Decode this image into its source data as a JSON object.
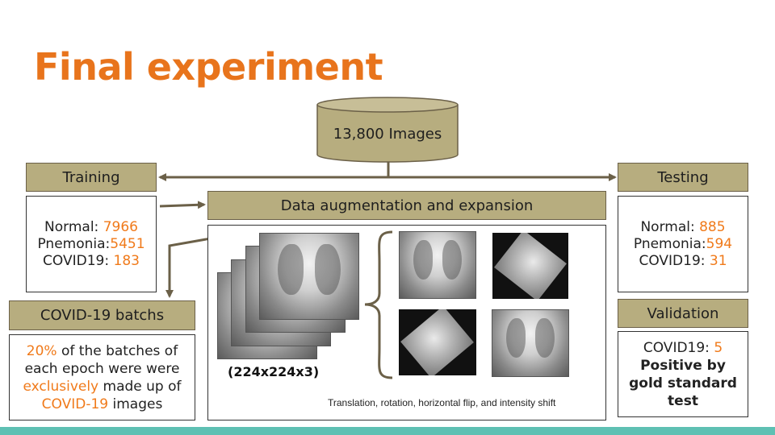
{
  "title": "Final experiment",
  "database": {
    "label": "13,800 Images"
  },
  "training": {
    "header": "Training",
    "normal_label": "Normal: ",
    "normal_value": "7966",
    "pneumonia_label": "Pnemonia:",
    "pneumonia_value": "5451",
    "covid_label": "COVID19: ",
    "covid_value": "183"
  },
  "augmentation": {
    "header": "Data augmentation and expansion",
    "dims": "(224x224x3)",
    "caption": "Translation, rotation, horizontal flip, and intensity shift"
  },
  "testing": {
    "header": "Testing",
    "normal_label": "Normal: ",
    "normal_value": "885",
    "pneumonia_label": "Pnemonia:",
    "pneumonia_value": "594",
    "covid_label": "COVID19: ",
    "covid_value": "31"
  },
  "covid_batches": {
    "header": "COVID-19 batchs",
    "line1_orange": "20%",
    "line1_rest": " of the batches of",
    "line2": "each epoch were were",
    "line3_orange": "exclusively",
    "line3_rest": " made up of",
    "line4_orange": "COVID-19",
    "line4_rest": " images"
  },
  "validation": {
    "header": "Validation",
    "covid_label": "COVID19: ",
    "covid_value": "5",
    "bold_text": "Positive by gold standard test"
  },
  "colors": {
    "accent": "#e8741c",
    "box": "#b7ad7f",
    "arrow": "#6b6048",
    "footer": "#5ec0b3"
  }
}
